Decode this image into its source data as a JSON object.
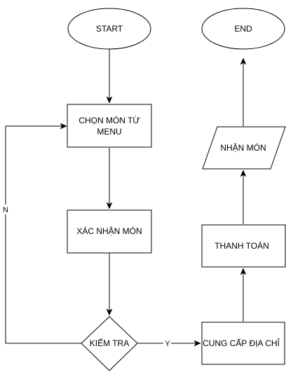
{
  "diagram": {
    "colors": {
      "stroke": "#000000",
      "fill": "#ffffff",
      "text": "#000000"
    },
    "nodes": {
      "start": {
        "shape": "ellipse",
        "label": "START"
      },
      "end": {
        "shape": "ellipse",
        "label": "END"
      },
      "select_dish": {
        "shape": "rectangle",
        "label_lines": [
          "CHỌN MÓN TỪ",
          "MENU"
        ]
      },
      "confirm_dish": {
        "shape": "rectangle",
        "label": "XÁC NHẬN MÓN"
      },
      "check": {
        "shape": "diamond",
        "label": "KIỂM TRA"
      },
      "provide_address": {
        "shape": "rectangle",
        "label": "CUNG CẤP ĐỊA CHỈ"
      },
      "payment": {
        "shape": "rectangle",
        "label": "THANH TOÁN"
      },
      "receive_dish": {
        "shape": "parallelogram",
        "label": "NHẬN MÓN"
      }
    },
    "edges": {
      "no_label": "N",
      "yes_label": "Y"
    }
  }
}
